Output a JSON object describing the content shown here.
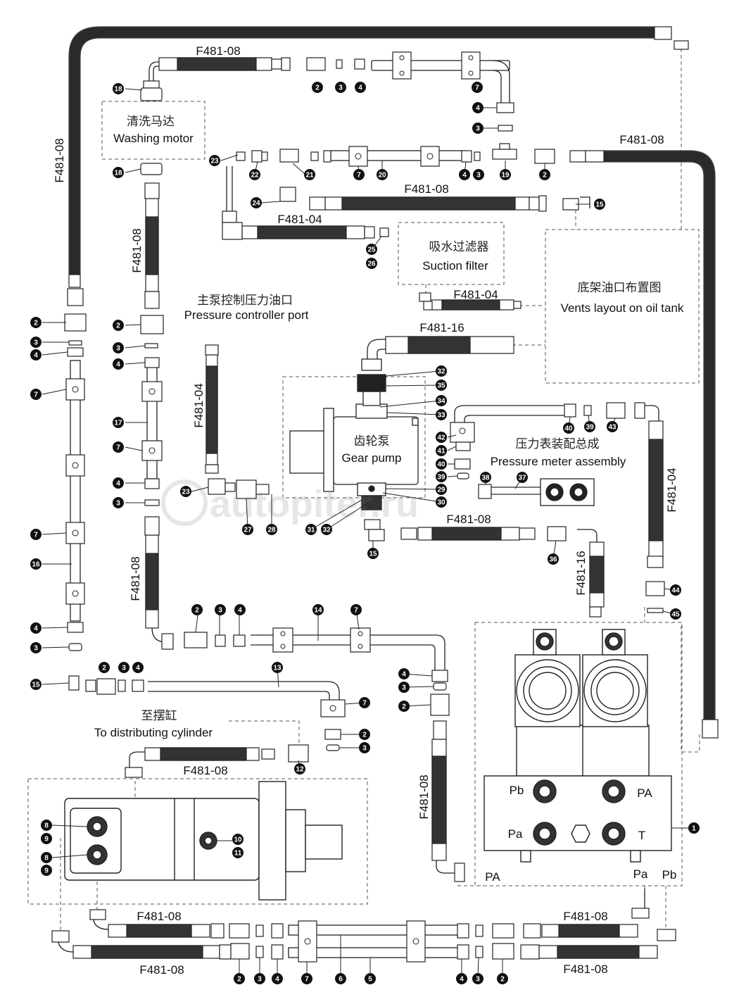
{
  "hose_labels": {
    "top_center": "F481-08",
    "left_vertical": "F481-08",
    "right_top": "F481-08",
    "middle_top": "F481-08",
    "suction_left": "F481-04",
    "tank_small": "F481-04",
    "motor_down": "F481-08",
    "pc_port": "F481-04",
    "pump_top": "F481-16",
    "gauge_right": "F481-04",
    "pump_out": "F481-08",
    "valve_in": "F481-16",
    "left_lower": "F481-08",
    "dist_cyl": "F481-08",
    "pa_line": "F481-08",
    "bottom_left_1": "F481-08",
    "bottom_left_2": "F481-08",
    "bottom_right_1": "F481-08",
    "bottom_right_2": "F481-08"
  },
  "components": {
    "washing_motor_cn": "清洗马达",
    "washing_motor_en": "Washing motor",
    "suction_filter_cn": "吸水过滤器",
    "suction_filter_en": "Suction filter",
    "vents_cn": "底架油口布置图",
    "vents_en": "Vents layout on oil tank",
    "pc_port_cn": "主泵控制压力油口",
    "pc_port_en": "Pressure controller port",
    "gear_pump_cn": "齿轮泵",
    "gear_pump_en": "Gear pump",
    "pressure_meter_cn": "压力表装配总成",
    "pressure_meter_en": "Pressure meter assembly",
    "dist_cyl_cn": "至摆缸",
    "dist_cyl_en": "To distributing cylinder"
  },
  "ports": {
    "pb_top": "Pb",
    "pa_top": "PA",
    "pa_lower": "Pa",
    "t": "T",
    "pa_left": "PA",
    "pa_bottom": "Pa",
    "pb_bottom": "Pb"
  },
  "watermark": "autopiter.ru",
  "callouts": {
    "c1": "1",
    "c2": "2",
    "c3": "3",
    "c4": "4",
    "c5": "5",
    "c6": "6",
    "c7": "7",
    "c8": "8",
    "c9": "9",
    "c10": "10",
    "c11": "11",
    "c12": "12",
    "c13": "13",
    "c14": "14",
    "c15": "15",
    "c16": "16",
    "c17": "17",
    "c18": "18",
    "c19": "19",
    "c20": "20",
    "c21": "21",
    "c22": "22",
    "c23": "23",
    "c24": "24",
    "c25": "25",
    "c26": "26",
    "c27": "27",
    "c28": "28",
    "c29": "29",
    "c30": "30",
    "c31": "31",
    "c32": "32",
    "c33": "33",
    "c34": "34",
    "c35": "35",
    "c36": "36",
    "c37": "37",
    "c38": "38",
    "c39": "39",
    "c40": "40",
    "c41": "41",
    "c42": "42",
    "c43": "43",
    "c44": "44",
    "c45": "45"
  }
}
